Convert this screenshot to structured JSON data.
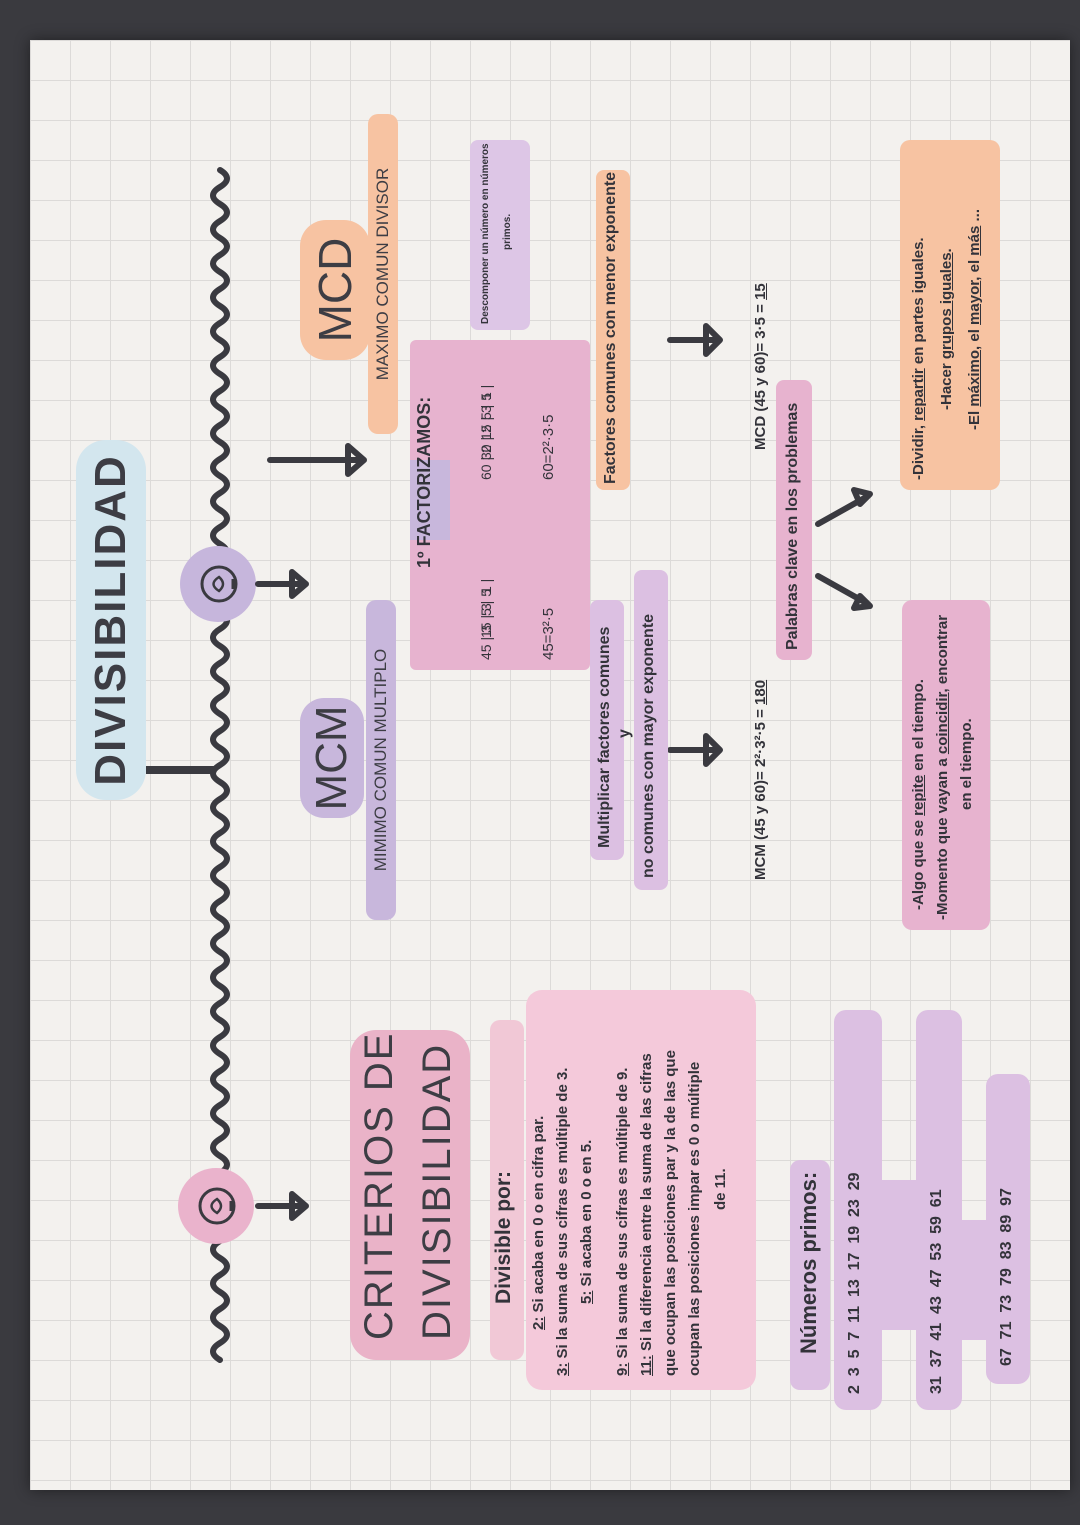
{
  "title": "DIVISIBILIDAD",
  "criterios": {
    "title_line1": "CRITERIOS DE",
    "title_line2": "DIVISIBILIDAD",
    "divisible_heading": "Divisible por:",
    "rule2_num": "2:",
    "rule2": " Si acaba en 0 o en cifra par.",
    "rule3_num": "3:",
    "rule3": " Si la suma de sus cifras es múltiple de 3.",
    "rule5_num": "5:",
    "rule5": " Si acaba en 0 o en 5.",
    "rule9_num": "9:",
    "rule9": " Si la suma de sus cifras es múltiple de 9.",
    "rule11_num": "11:",
    "rule11_a": " Si la diferencia entre la suma de las cifras",
    "rule11_b": "que ocupan las posiciones par y la de las que",
    "rule11_c": "ocupan las posiciones impar es 0 o múltiple",
    "rule11_d": "de 11."
  },
  "primos": {
    "heading": "Números primos:",
    "row1": "2  3  5  7  11  13  17  19  23  29",
    "row2": "31  37  41  43  47  53  59  61",
    "row3": "67  71  73  79  83  89  97"
  },
  "mcm": {
    "title": "MCM",
    "subtitle": "MIMIMO COMUN MULTIPLO",
    "rule_a": "Multiplicar factores comunes",
    "rule_y": "y",
    "rule_b": "no comunes con mayor exponente",
    "result_prefix": "MCM (45 y 60)= 2²·3²·5 = ",
    "result_value": "180"
  },
  "mcd": {
    "title": "MCD",
    "subtitle": "MAXIMO COMUN DIVISOR",
    "rule": "Factores comunes con menor exponente",
    "result_prefix": "MCD (45 y 60)= 3·5 = ",
    "result_value": "15"
  },
  "factorizamos": {
    "heading": "1º FACTORIZAMOS:",
    "f45_rows": [
      "45 | 3",
      "15 | 3",
      "5 | 5",
      "1 |"
    ],
    "f45_result": "45=3²·5",
    "f60_rows": [
      "60 | 2",
      "30 | 2",
      "15 | 3",
      "5 | 5",
      "1 |"
    ],
    "f60_result": "60=2²·3·5",
    "note_a": "Descomponer un número en números",
    "note_b": "primos."
  },
  "clave": {
    "heading": "Palabras clave en los problemas",
    "mcm_a_pre": "-Algo que se ",
    "mcm_a_u": "repite",
    "mcm_a_post": " en el tiempo.",
    "mcm_b_pre": "-Momento que vayan a ",
    "mcm_b_u": "coincidir",
    "mcm_b_post": ", encontrar",
    "mcm_c": "en el tiempo.",
    "mcd_a_pre": "-Dividir, ",
    "mcd_a_u": "repartir",
    "mcd_a_post": " en partes iguales.",
    "mcd_b_pre": "-Hacer ",
    "mcd_b_u": "grupos iguales",
    "mcd_b_post": ".",
    "mcd_c_pre": "-El ",
    "mcd_c_u1": "máximo",
    "mcd_c_mid1": ", el ",
    "mcd_c_u2": "mayor",
    "mcd_c_mid2": ", el ",
    "mcd_c_u3": "más",
    "mcd_c_post": " ..."
  },
  "colors": {
    "pink": "#f2b8d2",
    "rose": "#eab3c8",
    "blue": "#cfe3ea",
    "lilac": "#c8b7dc",
    "peach": "#f7c3a2",
    "mauve": "#dcc0e2"
  },
  "icons": [
    "bulb-head-icon",
    "bulb-head-icon"
  ]
}
